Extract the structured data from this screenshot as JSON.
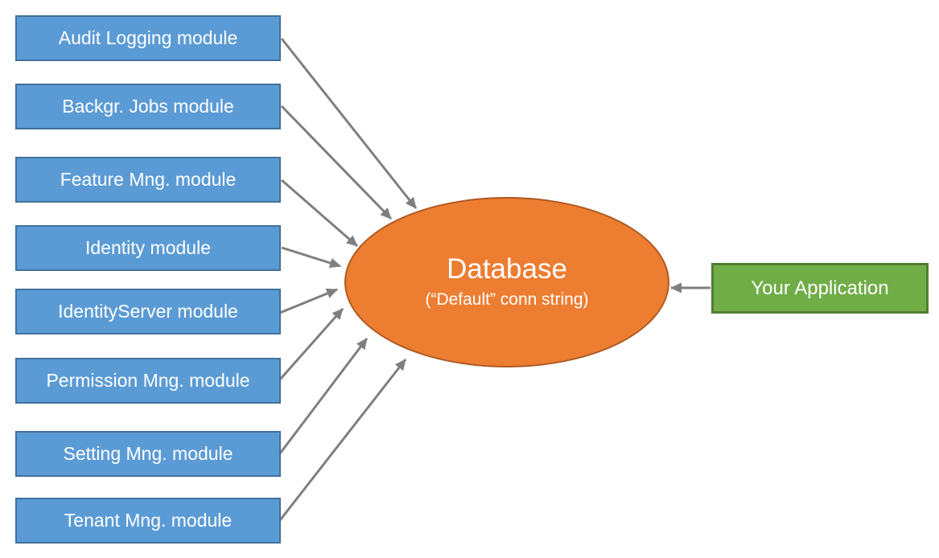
{
  "diagram": {
    "modules": [
      {
        "label": "Audit Logging module"
      },
      {
        "label": "Backgr. Jobs module"
      },
      {
        "label": "Feature Mng. module"
      },
      {
        "label": "Identity module"
      },
      {
        "label": "IdentityServer module"
      },
      {
        "label": "Permission Mng. module"
      },
      {
        "label": "Setting Mng. module"
      },
      {
        "label": "Tenant Mng. module"
      }
    ],
    "database": {
      "title": "Database",
      "subtitle": "(“Default” conn string)"
    },
    "application": {
      "label": "Your Application"
    },
    "connections": [
      {
        "from": "Audit Logging module",
        "to": "Database"
      },
      {
        "from": "Backgr. Jobs module",
        "to": "Database"
      },
      {
        "from": "Feature Mng. module",
        "to": "Database"
      },
      {
        "from": "Identity module",
        "to": "Database"
      },
      {
        "from": "IdentityServer module",
        "to": "Database"
      },
      {
        "from": "Permission Mng. module",
        "to": "Database"
      },
      {
        "from": "Setting Mng. module",
        "to": "Database"
      },
      {
        "from": "Tenant Mng. module",
        "to": "Database"
      },
      {
        "from": "Your Application",
        "to": "Database"
      }
    ],
    "colors": {
      "module_fill": "#5B9BD5",
      "module_border": "#41719C",
      "database_fill": "#ED7D31",
      "database_border": "#AE5A21",
      "application_fill": "#70AD47",
      "application_border": "#507E32",
      "arrow": "#7F7F7F",
      "text": "#FFFFFF"
    }
  }
}
